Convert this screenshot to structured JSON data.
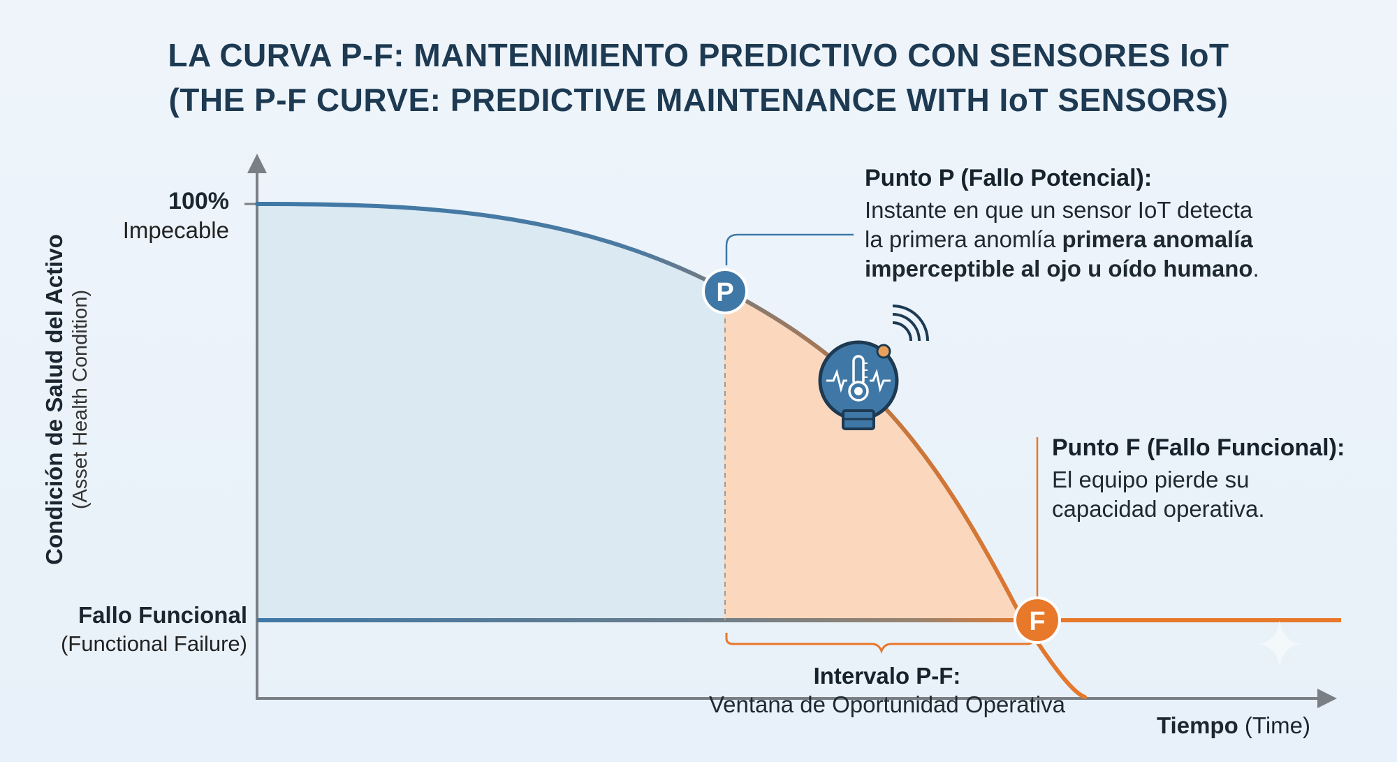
{
  "title": {
    "line1": "LA CURVA P-F: MANTENIMIENTO PREDICTIVO CON SENSORES IoT",
    "line2": "(THE P-F CURVE: PREDICTIVE MAINTENANCE WITH IoT SENSORS)"
  },
  "y_axis": {
    "title": "Condición de Salud del Activo",
    "subtitle": "(Asset Health Condition)",
    "top_value": "100%",
    "top_label": "Impecable",
    "failure_label": "Fallo Funcional",
    "failure_label_en": "(Functional Failure)"
  },
  "x_axis": {
    "title": "Tiempo",
    "subtitle": "(Time)"
  },
  "point_p": {
    "marker": "P",
    "title": "Punto P (Fallo Potencial):",
    "line1": "Instante en que un sensor IoT detecta",
    "line2_prefix": "la primera anomlía ",
    "line2_bold": "primera anomalía",
    "line3_bold": "imperceptible al ojo u oído humano",
    "line3_suffix": "."
  },
  "point_f": {
    "marker": "F",
    "title": "Punto F (Fallo Funcional):",
    "line1": "El equipo pierde su",
    "line2": "capacidad operativa."
  },
  "pf_interval": {
    "title": "Intervalo P-F:",
    "subtitle": "Ventana de Oportunidad Operativa"
  },
  "icons": {
    "sensor": "iot-thermometer-sensor-icon",
    "sparkle": "sparkle-icon"
  },
  "colors": {
    "blue": "#3f78a6",
    "orange": "#e8782a",
    "healthy_fill": "#dbe9f3",
    "warning_fill": "#fbd8bd",
    "axis": "#7a7f86"
  }
}
